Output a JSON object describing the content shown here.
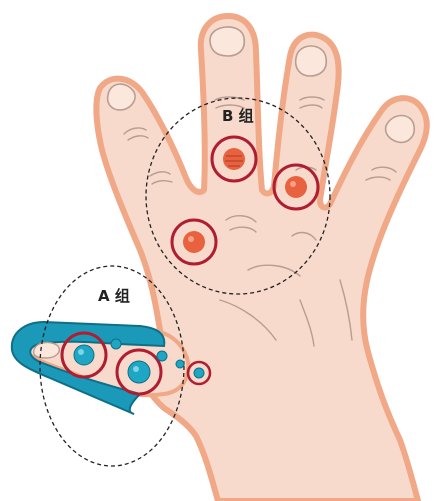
{
  "groups": {
    "a": {
      "label": "A 组"
    },
    "b": {
      "label": "B 组"
    }
  },
  "colors": {
    "skin": "#f7dacb",
    "skin_outline": "#f0a887",
    "skin_crease": "#b89d90",
    "thumb_splint": "#1b99b8",
    "thumb_splint_dark": "#0f6f88",
    "group_a_point": "#1ea6c4",
    "group_b_point": "#e8623f",
    "highlight_ring": "#b01d31",
    "group_boundary": "#222222"
  },
  "icons": {
    "hand": "hand-illustration",
    "points": "acupoint-marker"
  }
}
